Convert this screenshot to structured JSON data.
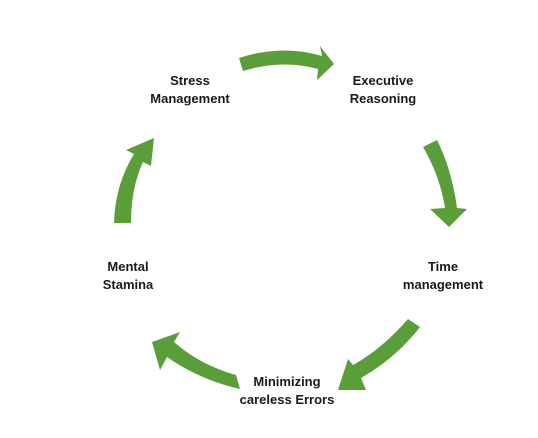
{
  "diagram": {
    "type": "cycle",
    "arrow_color": "#5a9e3a",
    "nodes": [
      {
        "line1": "Stress",
        "line2": "Management"
      },
      {
        "line1": "Executive",
        "line2": "Reasoning"
      },
      {
        "line1": "Time",
        "line2": "management"
      },
      {
        "line1": "Minimizing",
        "line2": "careless Errors"
      },
      {
        "line1": "Mental",
        "line2": "Stamina"
      }
    ]
  }
}
